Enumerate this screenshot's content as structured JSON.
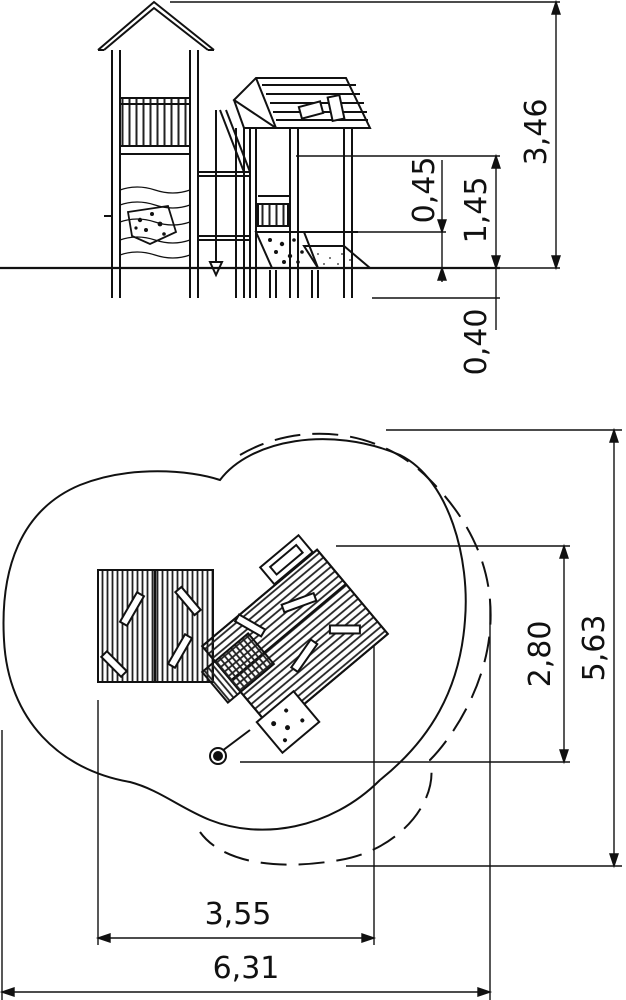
{
  "elevation": {
    "dims": {
      "total_height": "3,46",
      "platform_height": "1,45",
      "handrail_height": "0,45",
      "foundation_depth": "0,40"
    }
  },
  "plan": {
    "dims": {
      "equipment_depth": "2,80",
      "area_depth": "5,63",
      "equipment_width": "3,55",
      "area_width": "6,31"
    }
  }
}
